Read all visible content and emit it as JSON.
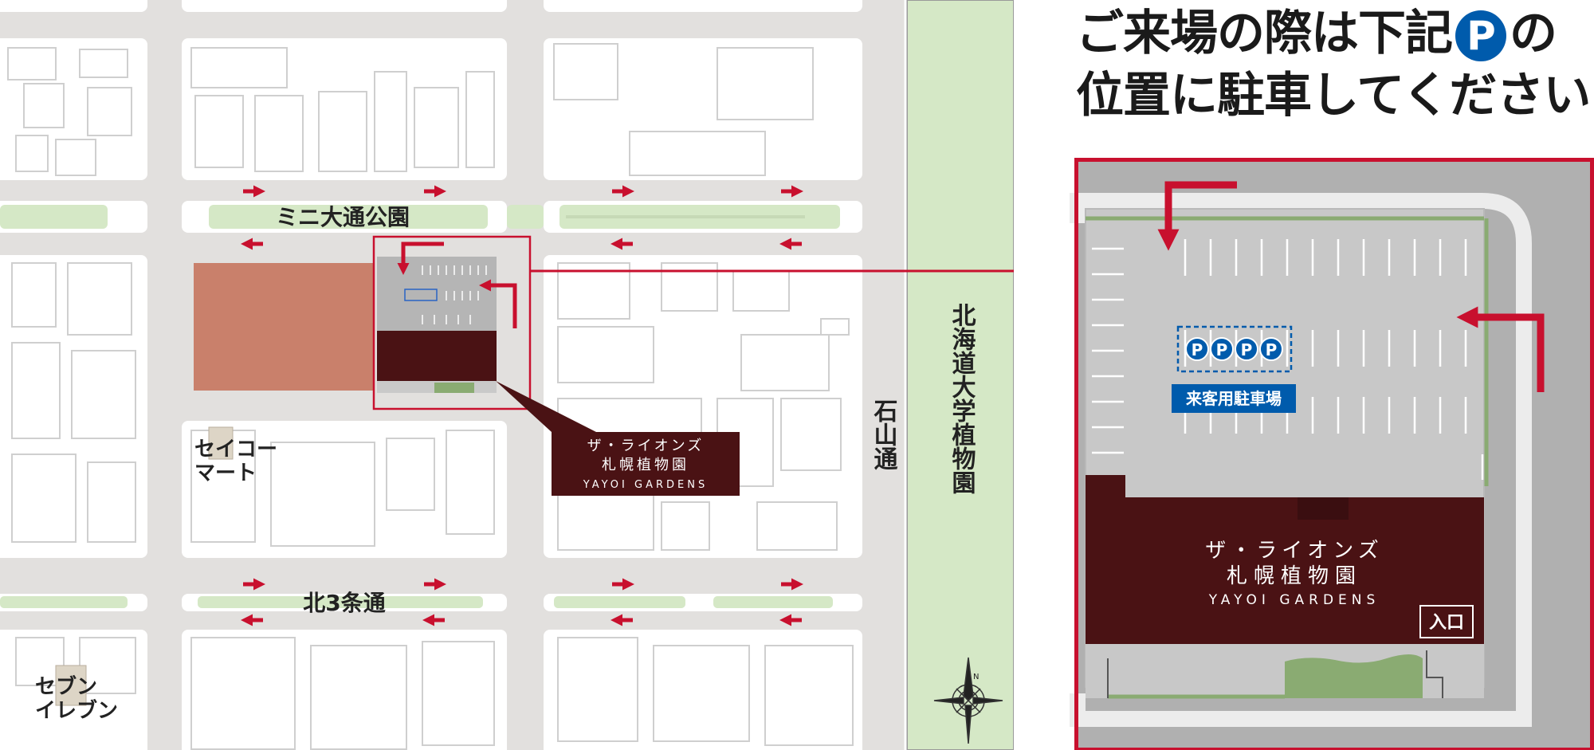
{
  "title": {
    "line1_before": "ご来場の際は下記",
    "parking_symbol": "P",
    "line1_after": "の",
    "line2": "位置に駐車してください"
  },
  "map": {
    "labels": {
      "mini_odori_park": "ミニ大通公園",
      "kita3jo_street": "北3条通",
      "ishiyama_street": "石山通",
      "botanic_garden": "北海道大学植物園",
      "seicomart_line1": "セイコー",
      "seicomart_line2": "マート",
      "seven_line1": "セブン",
      "seven_line2": "イレブン"
    },
    "callout": {
      "line1": "ザ・ライオンズ",
      "line2": "札幌植物園",
      "line3": "YAYOI GARDENS"
    },
    "compass_north": "N"
  },
  "detail": {
    "building": {
      "line1": "ザ・ライオンズ",
      "line2": "札幌植物園",
      "line3": "YAYOI GARDENS"
    },
    "entrance": "入口",
    "parking_icons": [
      "P",
      "P",
      "P",
      "P"
    ],
    "parking_label": "来客用駐車場"
  },
  "colors": {
    "accent_red": "#c8102e",
    "building_dark": "#4a1214",
    "neighbor_building": "#c9806b",
    "park_green": "#d5e8c6",
    "parking_blue": "#005bac",
    "road_gray": "#e2e0de"
  }
}
